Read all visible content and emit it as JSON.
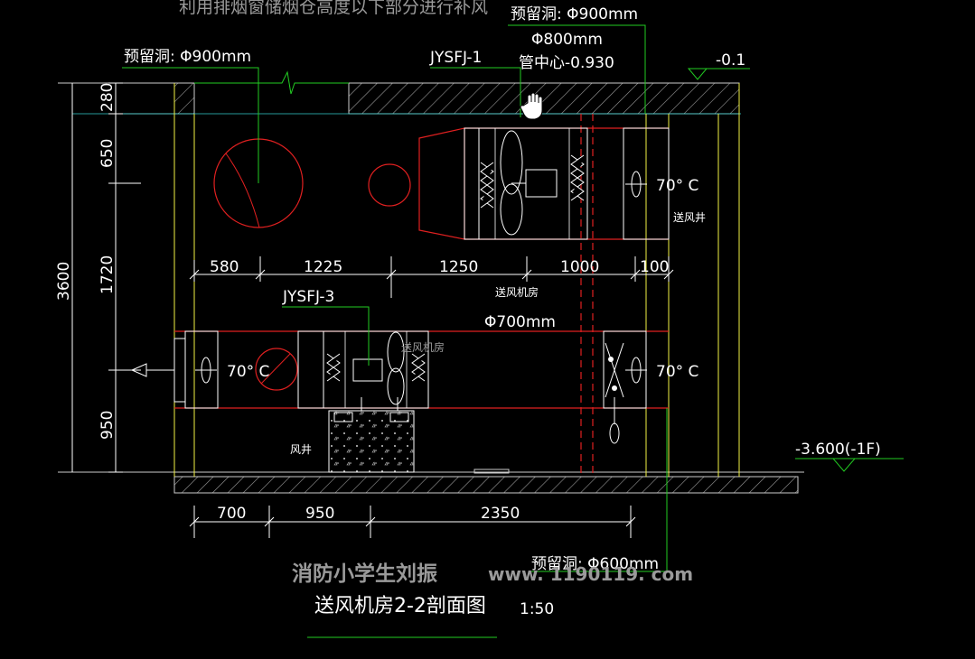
{
  "colors": {
    "bg": "#000000",
    "white": "#ffffff",
    "yellow": "#f2f244",
    "red": "#e02020",
    "green": "#22cc22",
    "cyan": "#33cccc",
    "grey": "#9a9a9a"
  },
  "top_note": "利用排烟窗储烟仓高度以下部分进行补风",
  "labels": {
    "hole_900_left": "预留洞: Φ900mm",
    "hole_900_right": "预留洞: Φ900mm",
    "d800": "Φ800mm",
    "pipe_center": "管中心-0.930",
    "fan1": "JYSFJ-1",
    "fan3": "JYSFJ-3",
    "d700": "Φ700mm",
    "hole_600": "预留洞: Φ600mm",
    "temp_upper": "70° C",
    "temp_lower_left": "70° C",
    "temp_lower_right": "70° C",
    "room_upper": "送风机房",
    "room_lower": "送风机房",
    "shaft_supply": "送风井",
    "shaft_wind": "风井"
  },
  "levels": {
    "top": "-0.1",
    "bottom": "-3.600(-1F)"
  },
  "dims_left": {
    "d280": "280",
    "d650": "650",
    "d1720": "1720",
    "d950": "950",
    "total": "3600"
  },
  "dims_mid": {
    "d580": "580",
    "d1225": "1225",
    "d1250": "1250",
    "d1000": "1000",
    "d100": "100"
  },
  "dims_bottom": {
    "d700": "700",
    "d950": "950",
    "d2350": "2350"
  },
  "watermark": {
    "author": "消防小学生刘振",
    "site": "www. 1190119. com"
  },
  "title": {
    "name": "送风机房2-2剖面图",
    "scale": "1:50"
  }
}
